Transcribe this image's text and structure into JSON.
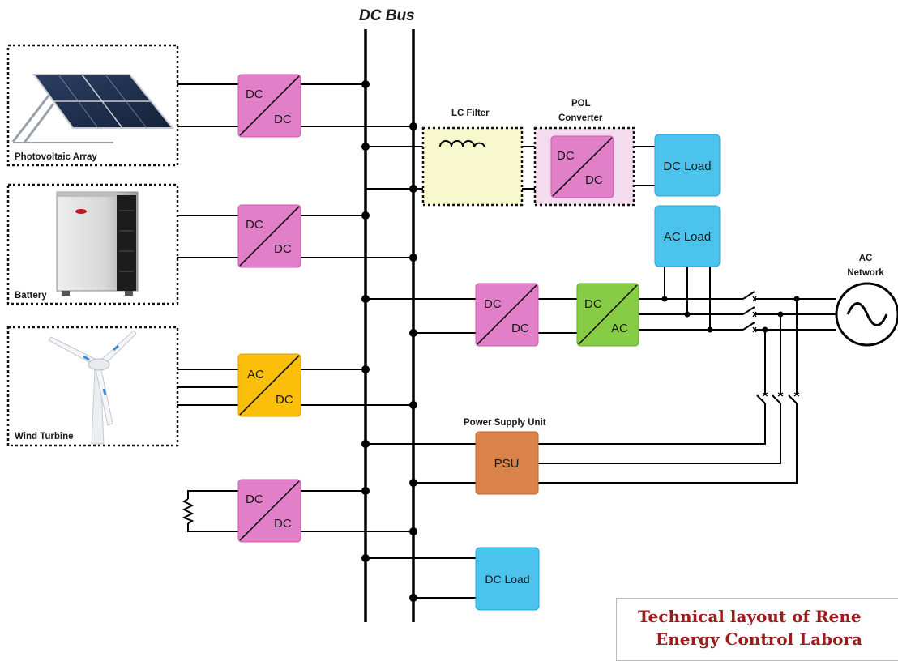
{
  "bus": {
    "title": "DC Bus"
  },
  "sources": {
    "pv": "Photovoltaic Array",
    "battery": "Battery",
    "wind": "Wind Turbine"
  },
  "filter": {
    "label": "LC Filter"
  },
  "pol": {
    "label_line1": "POL",
    "label_line2": "Converter"
  },
  "converters": {
    "dcdc_top": "DC",
    "dcdc_bottom": "DC",
    "acdc_top": "AC",
    "acdc_bottom": "DC",
    "dcac_top": "DC",
    "dcac_bottom": "AC"
  },
  "loads": {
    "dc_load_top": "DC Load",
    "ac_load": "AC Load",
    "dc_load_bottom": "DC Load"
  },
  "psu": {
    "title": "Power Supply Unit",
    "label": "PSU"
  },
  "network": {
    "label_line1": "AC",
    "label_line2": "Network"
  },
  "caption": {
    "line1": "Technical layout of Rene",
    "line2": "Energy Control Labora"
  },
  "colors": {
    "dcdc": "#e27fc9",
    "acdc": "#fbbf0a",
    "dcac": "#86cc45",
    "load": "#4cc3ec",
    "psu": "#d9824a",
    "filter_bg": "#f8f8cf",
    "pol_bg": "#f4dcef",
    "caption": "#9b1c1c"
  }
}
